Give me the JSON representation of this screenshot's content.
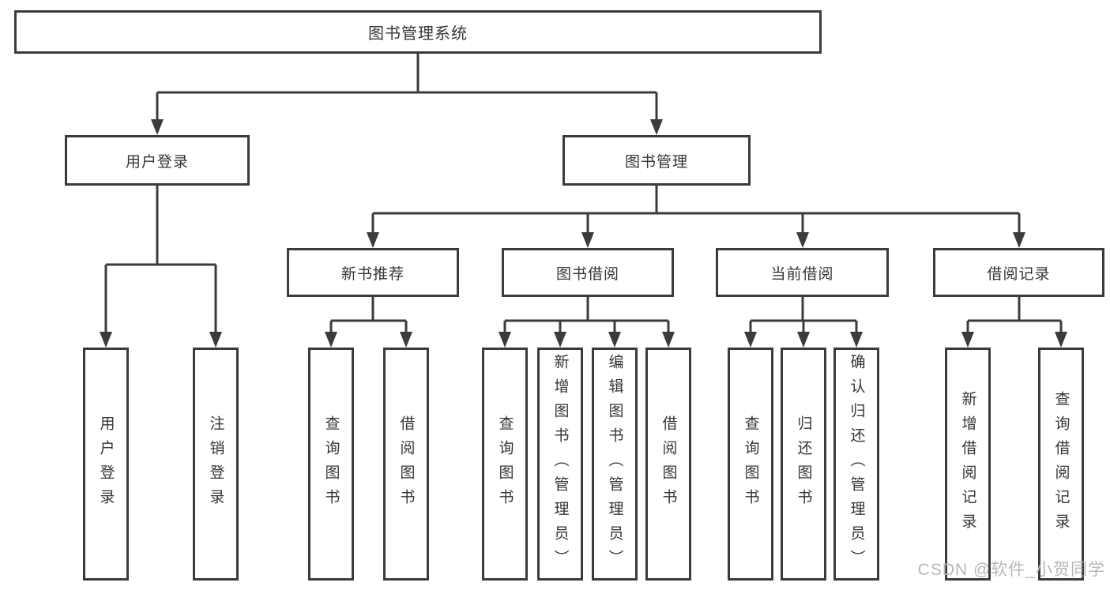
{
  "tree": {
    "root": {
      "label": "图书管理系统"
    },
    "branches": [
      {
        "label": "用户登录",
        "leaves": [
          "用户登录",
          "注销登录"
        ]
      },
      {
        "label": "图书管理",
        "groups": [
          {
            "label": "新书推荐",
            "leaves": [
              "查询图书",
              "借阅图书"
            ]
          },
          {
            "label": "图书借阅",
            "leaves": [
              "查询图书",
              "新增图书（管理员）",
              "编辑图书（管理员）",
              "借阅图书"
            ]
          },
          {
            "label": "当前借阅",
            "leaves": [
              "查询图书",
              "归还图书",
              "确认归还（管理员）"
            ]
          },
          {
            "label": "借阅记录",
            "leaves": [
              "新增借阅记录",
              "查询借阅记录"
            ]
          }
        ]
      }
    ]
  },
  "watermark": "CSDN @软件_小贺同学",
  "colors": {
    "line": "#3b3b3b",
    "text": "#353535",
    "watermark": "#b7b7b7",
    "background": "#ffffff"
  }
}
